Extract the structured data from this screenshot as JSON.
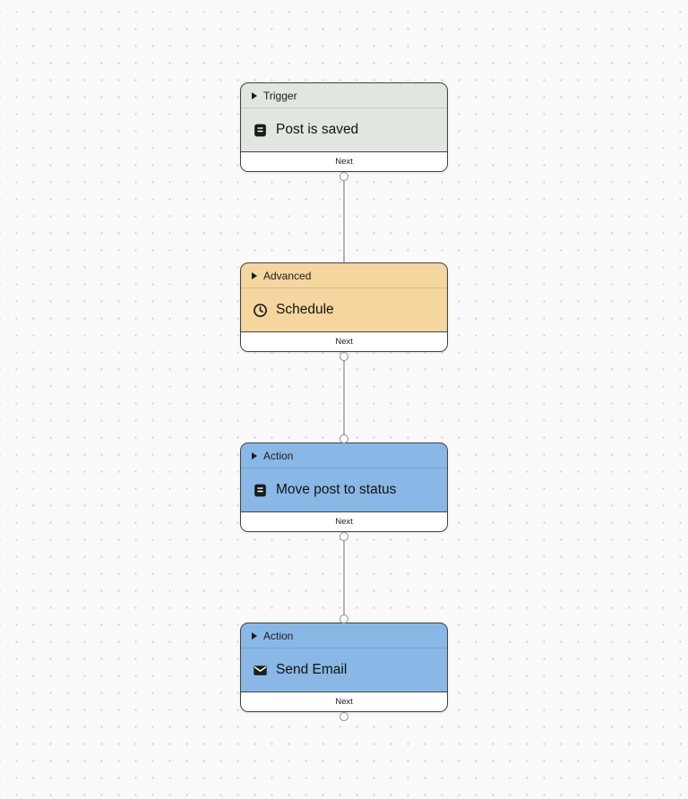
{
  "canvas": {
    "background_color": "#fafafa",
    "dot_color": "#d2d2d2"
  },
  "colors": {
    "node_border": "#424242",
    "edge": "#b3b3b3",
    "handle_border": "#8f8f8f",
    "footer_background": "#ffffff",
    "text": "#1c1c1c"
  },
  "nodes": [
    {
      "type_label": "Trigger",
      "title": "Post is saved",
      "icon": "document-icon",
      "footer_label": "Next",
      "color": "#e1e6df"
    },
    {
      "type_label": "Advanced",
      "title": "Schedule",
      "icon": "clock-icon",
      "footer_label": "Next",
      "color": "#f4d69e"
    },
    {
      "type_label": "Action",
      "title": "Move post to status",
      "icon": "document-icon",
      "footer_label": "Next",
      "color": "#89b8e6"
    },
    {
      "type_label": "Action",
      "title": "Send Email",
      "icon": "envelope-icon",
      "footer_label": "Next",
      "color": "#89b8e6"
    }
  ],
  "connections": [
    {
      "from": "Post is saved",
      "to": "Schedule"
    },
    {
      "from": "Schedule",
      "to": "Move post to status"
    },
    {
      "from": "Move post to status",
      "to": "Send Email"
    }
  ]
}
